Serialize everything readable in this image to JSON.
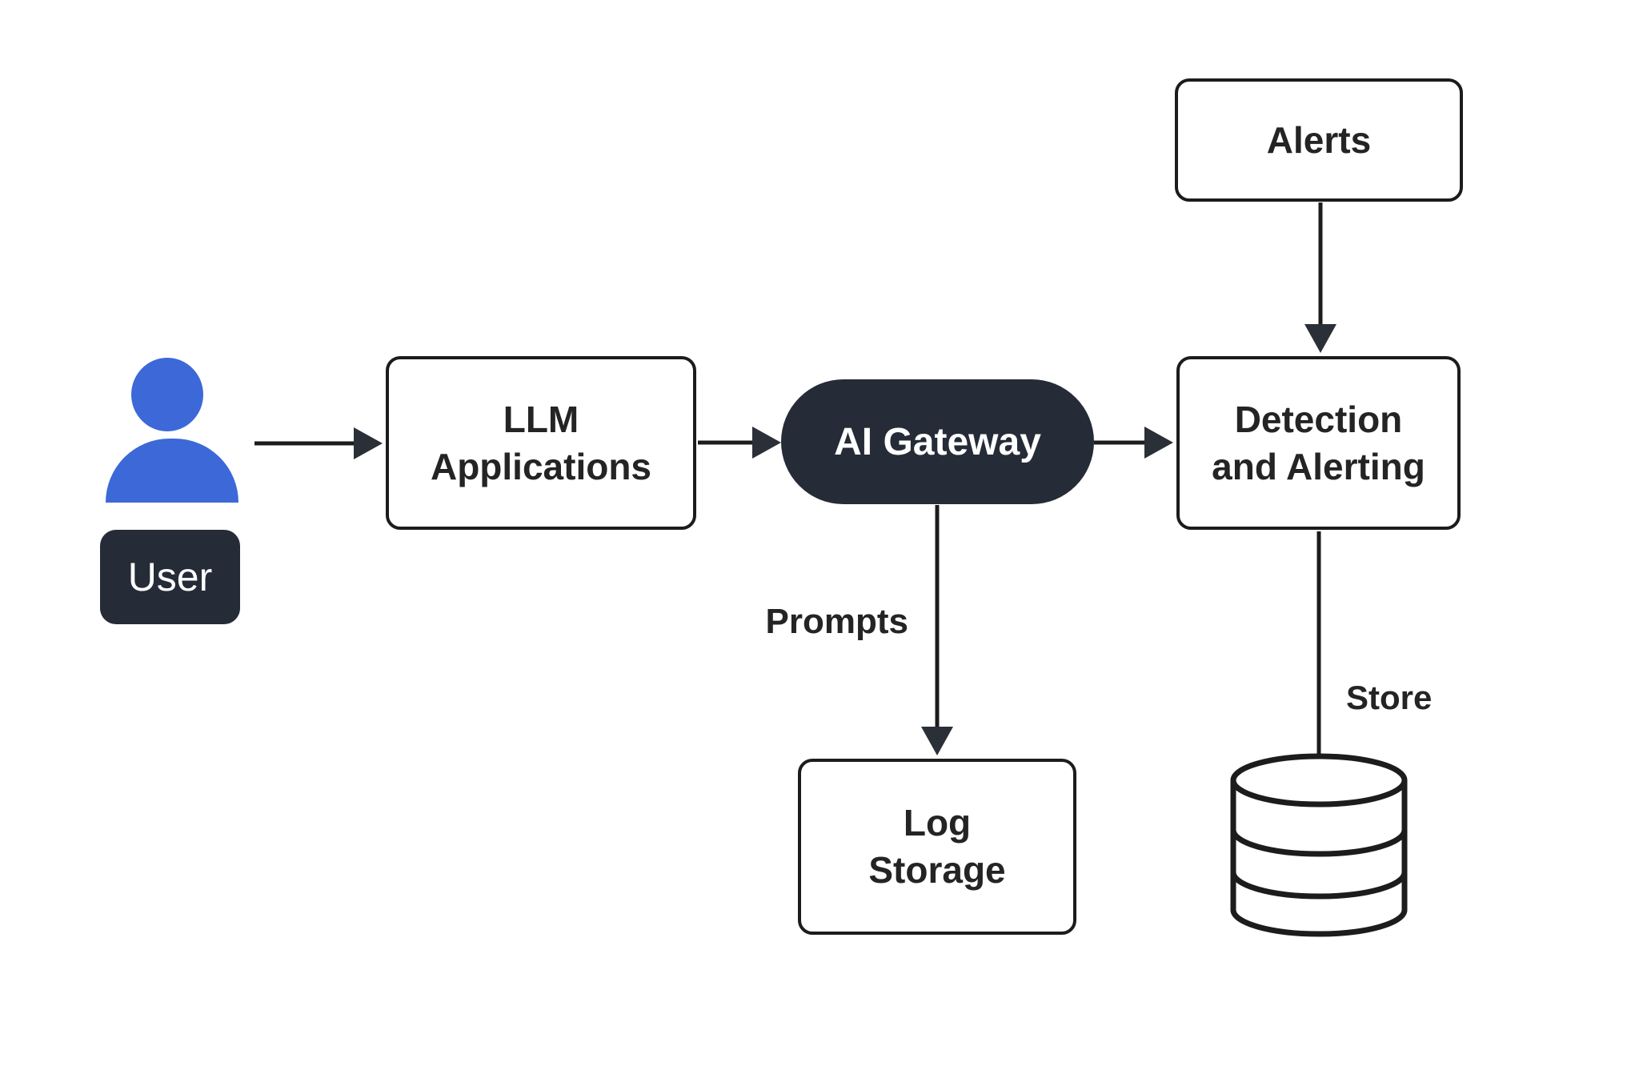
{
  "diagram": {
    "nodes": {
      "user_label": "User",
      "llm_applications": {
        "line1": "LLM",
        "line2": "Applications"
      },
      "ai_gateway": "AI Gateway",
      "alerts": "Alerts",
      "detection_alerting": {
        "line1": "Detection",
        "line2": "and Alerting"
      },
      "log_storage": {
        "line1": "Log",
        "line2": "Storage"
      }
    },
    "edge_labels": {
      "prompts": "Prompts",
      "store": "Store"
    },
    "icons": {
      "user": "user-icon",
      "database": "database-icon"
    },
    "colors": {
      "accent_blue": "#3C69D7",
      "dark_fill": "#252B37",
      "stroke": "#1C1C1C",
      "text": "#242424",
      "background": "#FFFFFF"
    }
  }
}
